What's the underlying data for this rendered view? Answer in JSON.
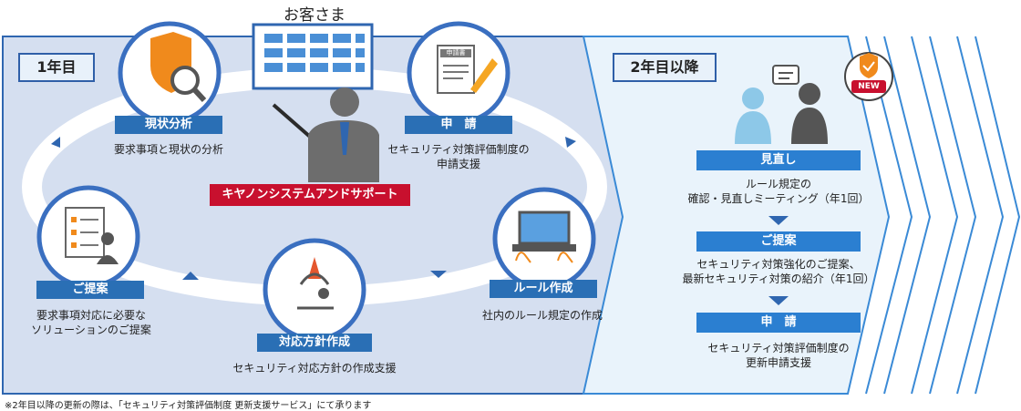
{
  "customer_label": "お客さま",
  "year1": {
    "label": "1年目",
    "support_label": "キヤノンシステムアンドサポート",
    "steps": [
      {
        "title": "現状分析",
        "desc": [
          "要求事項と現状の分析"
        ]
      },
      {
        "title": "申　請",
        "desc": [
          "セキュリティ対策評価制度の",
          "申請支援"
        ]
      },
      {
        "title": "ルール作成",
        "desc": [
          "社内のルール規定の作成"
        ]
      },
      {
        "title": "対応方針作成",
        "desc": [
          "セキュリティ対応方針の作成支援"
        ]
      },
      {
        "title": "ご提案",
        "desc": [
          "要求事項対応に必要な",
          "ソリューションのご提案"
        ]
      }
    ],
    "doc_icon_text": "申請書"
  },
  "year2": {
    "label": "2年目以降",
    "new_badge": "NEW",
    "steps": [
      {
        "title": "見直し",
        "desc": [
          "ルール規定の",
          "確認・見直しミーティング（年1回）"
        ]
      },
      {
        "title": "ご提案",
        "desc": [
          "セキュリティ対策強化のご提案、",
          "最新セキュリティ対策の紹介（年1回）"
        ]
      },
      {
        "title": "申　請",
        "desc": [
          "セキュリティ対策評価制度の",
          "更新申請支援"
        ]
      }
    ]
  },
  "footnote": "※2年目以降の更新の際は、「セキュリティ対策評価制度 更新支援サービス」にて承ります",
  "colors": {
    "dark_blue": "#2a6fb5",
    "light_blue": "#d5e0f1",
    "red": "#c8102e",
    "orange": "#f08a1c"
  }
}
